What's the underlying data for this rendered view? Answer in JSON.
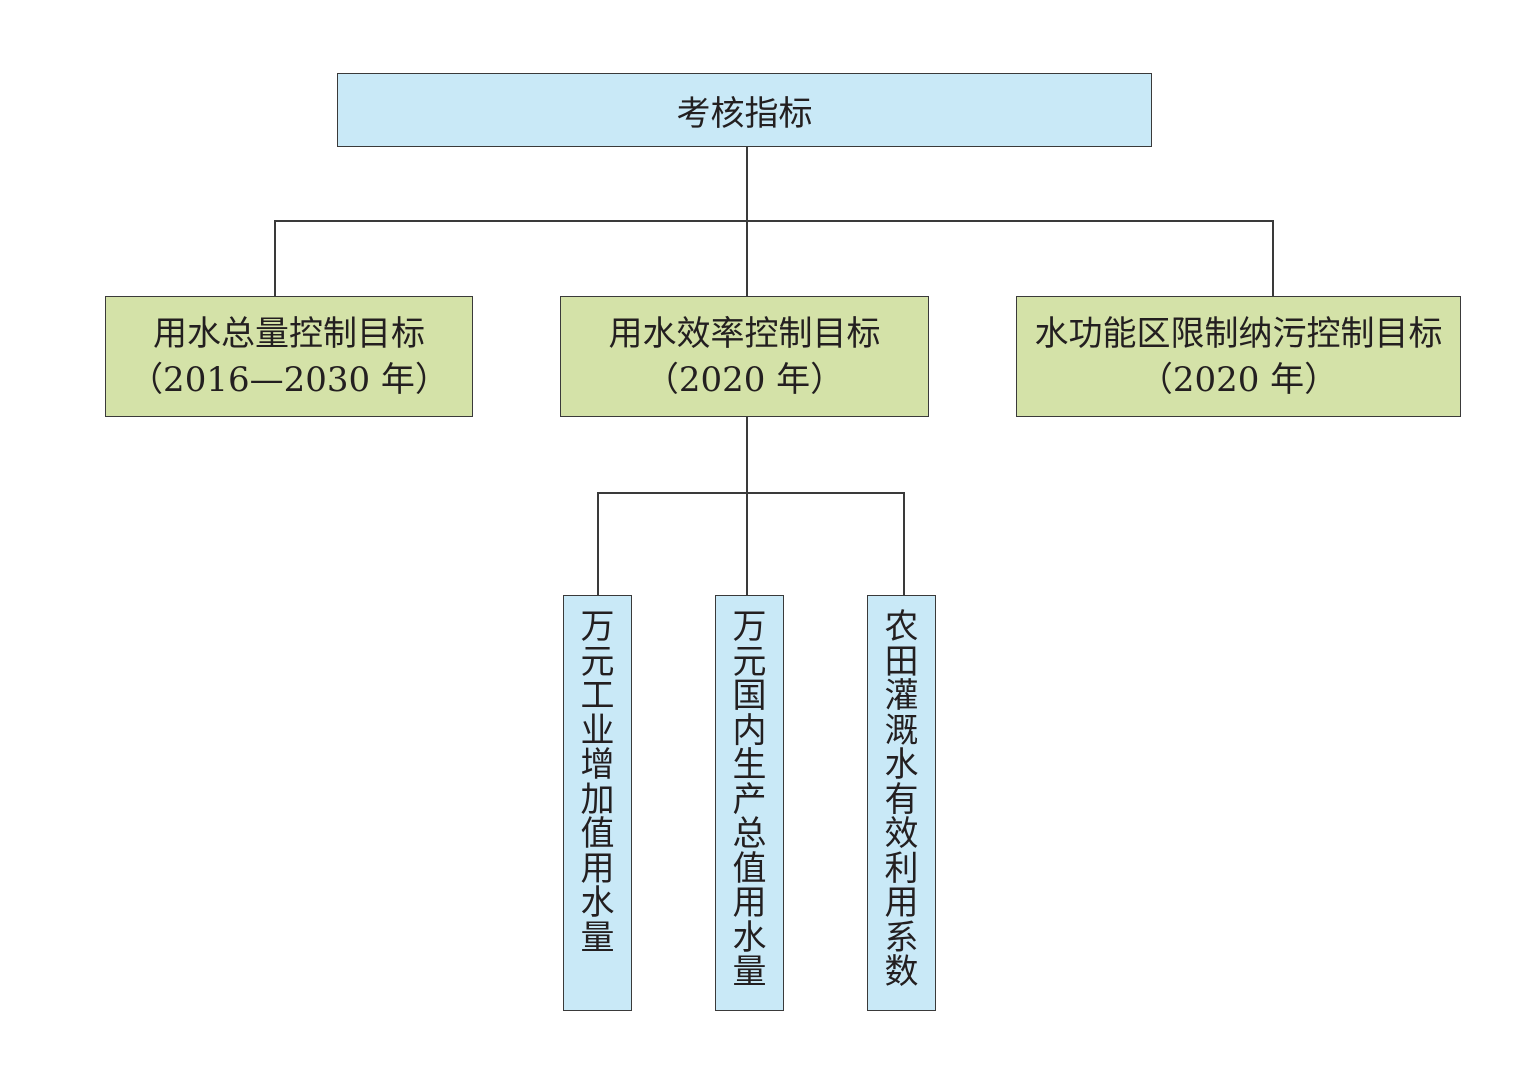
{
  "diagram": {
    "root": {
      "label": "考核指标",
      "fill": "#c9e9f7"
    },
    "level2": [
      {
        "label": "用水总量控制目标",
        "period": "（2016—2030 年）",
        "fill": "#d4e2a8"
      },
      {
        "label": "用水效率控制目标",
        "period": "（2020 年）",
        "fill": "#d4e2a8"
      },
      {
        "label": "水功能区限制纳污控制目标",
        "period": "（2020 年）",
        "fill": "#d4e2a8"
      }
    ],
    "level3": [
      {
        "label": "万元工业增加值用水量",
        "fill": "#c9e9f7"
      },
      {
        "label": "万元国内生产总值用水量",
        "fill": "#c9e9f7"
      },
      {
        "label": "农田灌溉水有效利用系数",
        "fill": "#c9e9f7"
      }
    ],
    "line_color": "#3a3a3a"
  }
}
